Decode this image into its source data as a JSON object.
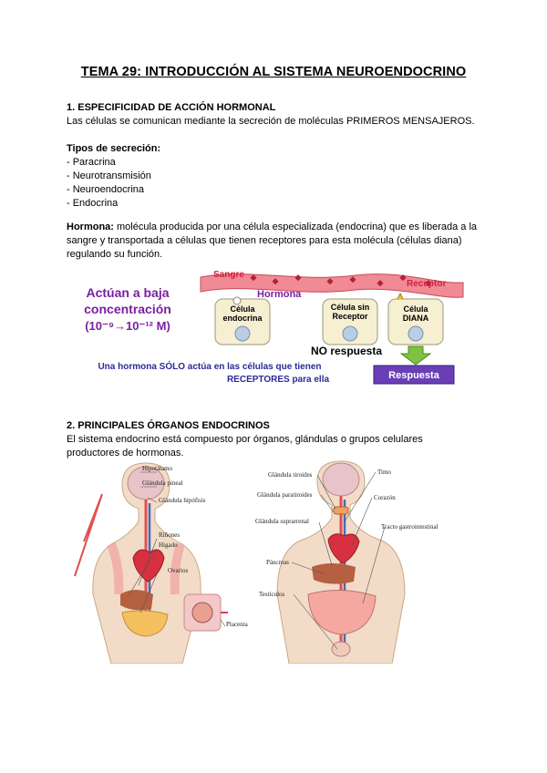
{
  "title": "TEMA 29: INTRODUCCIÓN AL SISTEMA NEUROENDOCRINO",
  "section1": {
    "heading": "1. ESPECIFICIDAD DE ACCIÓN HORMONAL",
    "text": "Las células se comunican mediante la secreción de moléculas PRIMEROS MENSAJEROS.",
    "types_heading": "Tipos de secreción:",
    "types": [
      "- Paracrina",
      "- Neurotransmisión",
      "- Neuroendocrina",
      "- Endocrina"
    ],
    "hormone_term": "Hormona:",
    "hormone_def": " molécula producida por una célula especializada (endocrina) que es liberada a la sangre y transportada a células que tienen receptores para esta molécula (células diana) regulando su función."
  },
  "figure1": {
    "left_text_1": "Actúan a baja",
    "left_text_2": "concentración",
    "left_text_3": "(10⁻⁹→10⁻¹² M)",
    "sangre": "Sangre",
    "hormona": "Hormona",
    "receptor": "Receptor",
    "cell1_l1": "Célula",
    "cell1_l2": "endocrina",
    "cell2_l1": "Célula sin",
    "cell2_l2": "Receptor",
    "cell3_l1": "Célula",
    "cell3_l2": "DIANA",
    "no_respuesta": "NO respuesta",
    "respuesta": "Respuesta",
    "bottom_1": "Una hormona SÓLO actúa en las células que tienen",
    "bottom_2": "RECEPTORES para ella",
    "colors": {
      "purple": "#7a1fa2",
      "blood": "#e85a6a",
      "cell": "#f6efd2",
      "green": "#7dc242",
      "resp": "#6a3fb5"
    }
  },
  "section2": {
    "heading": "2. PRINCIPALES ÓRGANOS ENDOCRINOS",
    "text_1": "El sistema endocrino está compuesto por órganos, glándulas o grupos celulares",
    "text_2": "productores de hormonas."
  },
  "figure2": {
    "left_labels": [
      "Hipotálamo",
      "Glándula pineal",
      "Glándula hipófisis",
      "Riñones",
      "Hígado",
      "Ovarios",
      "Placenta"
    ],
    "right_labels": [
      "Glándula tiroides",
      "Glándula paratiroides",
      "Glándula suprarrenal",
      "Páncreas",
      "Testículos",
      "Timo",
      "Corazón",
      "Tracto gastrointestinal"
    ]
  }
}
